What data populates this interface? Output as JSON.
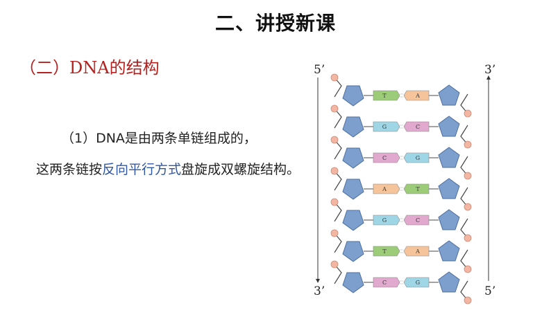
{
  "slide": {
    "title": "二、讲授新课",
    "subtitle": "（二）DNA的结构",
    "paragraph": {
      "part1": "（1）DNA是由两条单链组成的，",
      "part2": "这两条链按",
      "highlight": "反向平行方式",
      "part3": "盘旋成双螺旋结构。"
    }
  },
  "diagram": {
    "left_strand_top_label": "5’",
    "left_strand_bottom_label": "3’",
    "right_strand_top_label": "3’",
    "right_strand_bottom_label": "5’",
    "base_pairs": [
      {
        "left": "T",
        "right": "A"
      },
      {
        "left": "G",
        "right": "C"
      },
      {
        "left": "C",
        "right": "G"
      },
      {
        "left": "A",
        "right": "T"
      },
      {
        "left": "G",
        "right": "C"
      },
      {
        "left": "T",
        "right": "A"
      },
      {
        "left": "C",
        "right": "G"
      }
    ],
    "colors": {
      "A": "#f5c49a",
      "T": "#9ccc78",
      "G": "#9fd6e6",
      "C": "#e2a9cf",
      "sugar": "#7c9fce",
      "phosphate": "#f2b6a3",
      "title": "#111111",
      "subtitle": "#b4211e",
      "highlight": "#2f56a4"
    }
  }
}
